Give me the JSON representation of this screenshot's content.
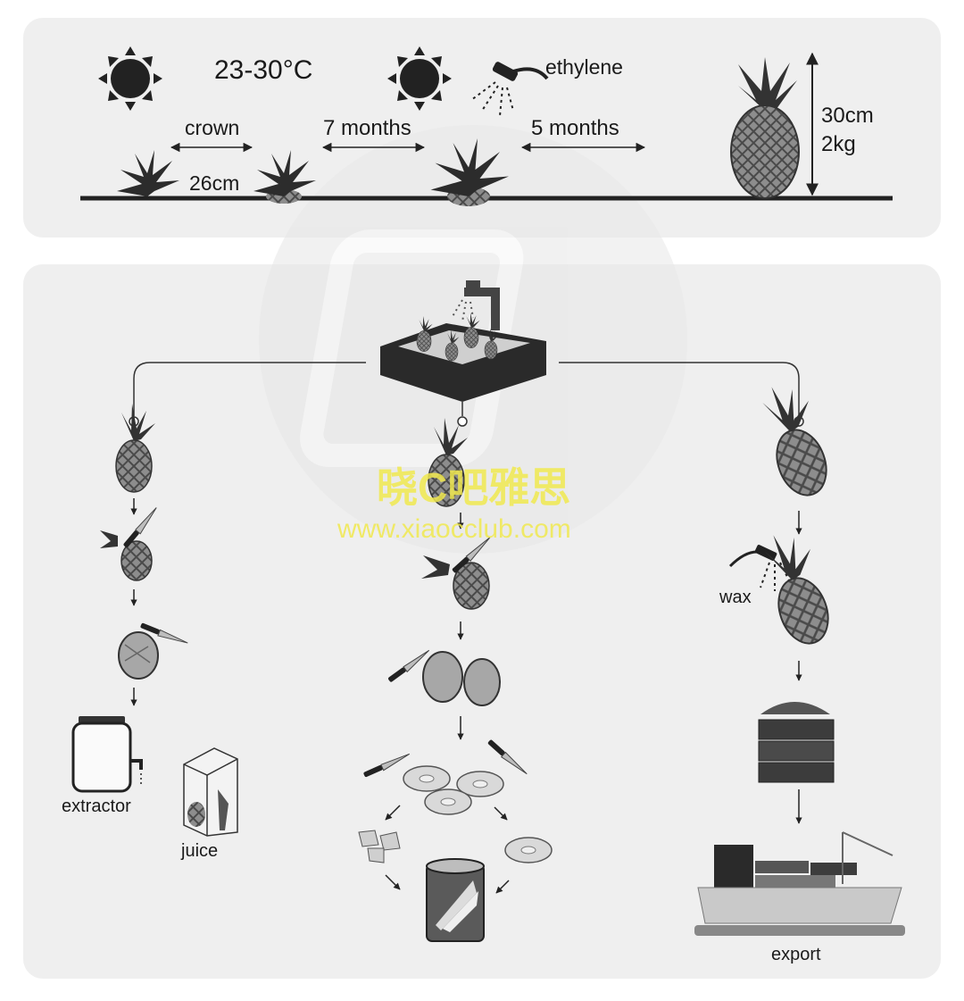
{
  "growing": {
    "temperature": "23-30°C",
    "crown": "crown",
    "spacing": "26cm",
    "growth_period": "7 months",
    "ethylene": "ethylene",
    "ripening_period": "5 months",
    "height": "30cm",
    "weight": "2kg"
  },
  "processing": {
    "juice_path": {
      "extractor": "extractor",
      "juice": "juice"
    },
    "export_path": {
      "wax": "wax",
      "export": "export"
    }
  },
  "watermark": {
    "cn": "晓C吧雅思",
    "url": "www.xiaocclub.com"
  },
  "colors": {
    "panel": "#efefef",
    "ink": "#1a1a1a",
    "watermark": "#f1e94f"
  }
}
